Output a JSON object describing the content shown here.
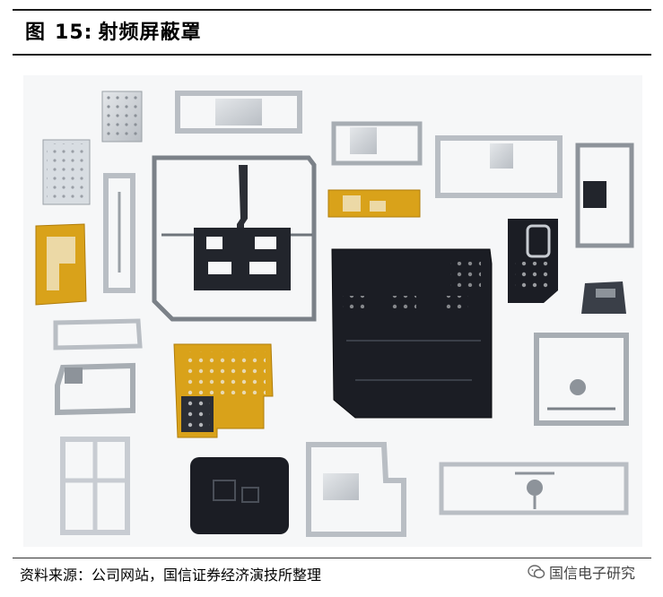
{
  "figure": {
    "label": "图",
    "number": "15:",
    "caption": "射频屏蔽罩"
  },
  "source_note": "资料来源：公司网站，国信证券经济演技所整理",
  "watermark": {
    "icon": "wechat-icon",
    "text": "国信电子研究"
  },
  "colors": {
    "metal": "#c8ccd2",
    "metal_dark": "#8d939a",
    "black_part": "#1b1d24",
    "gold_film": "#d9a21a",
    "background": "#f6f7f8"
  }
}
